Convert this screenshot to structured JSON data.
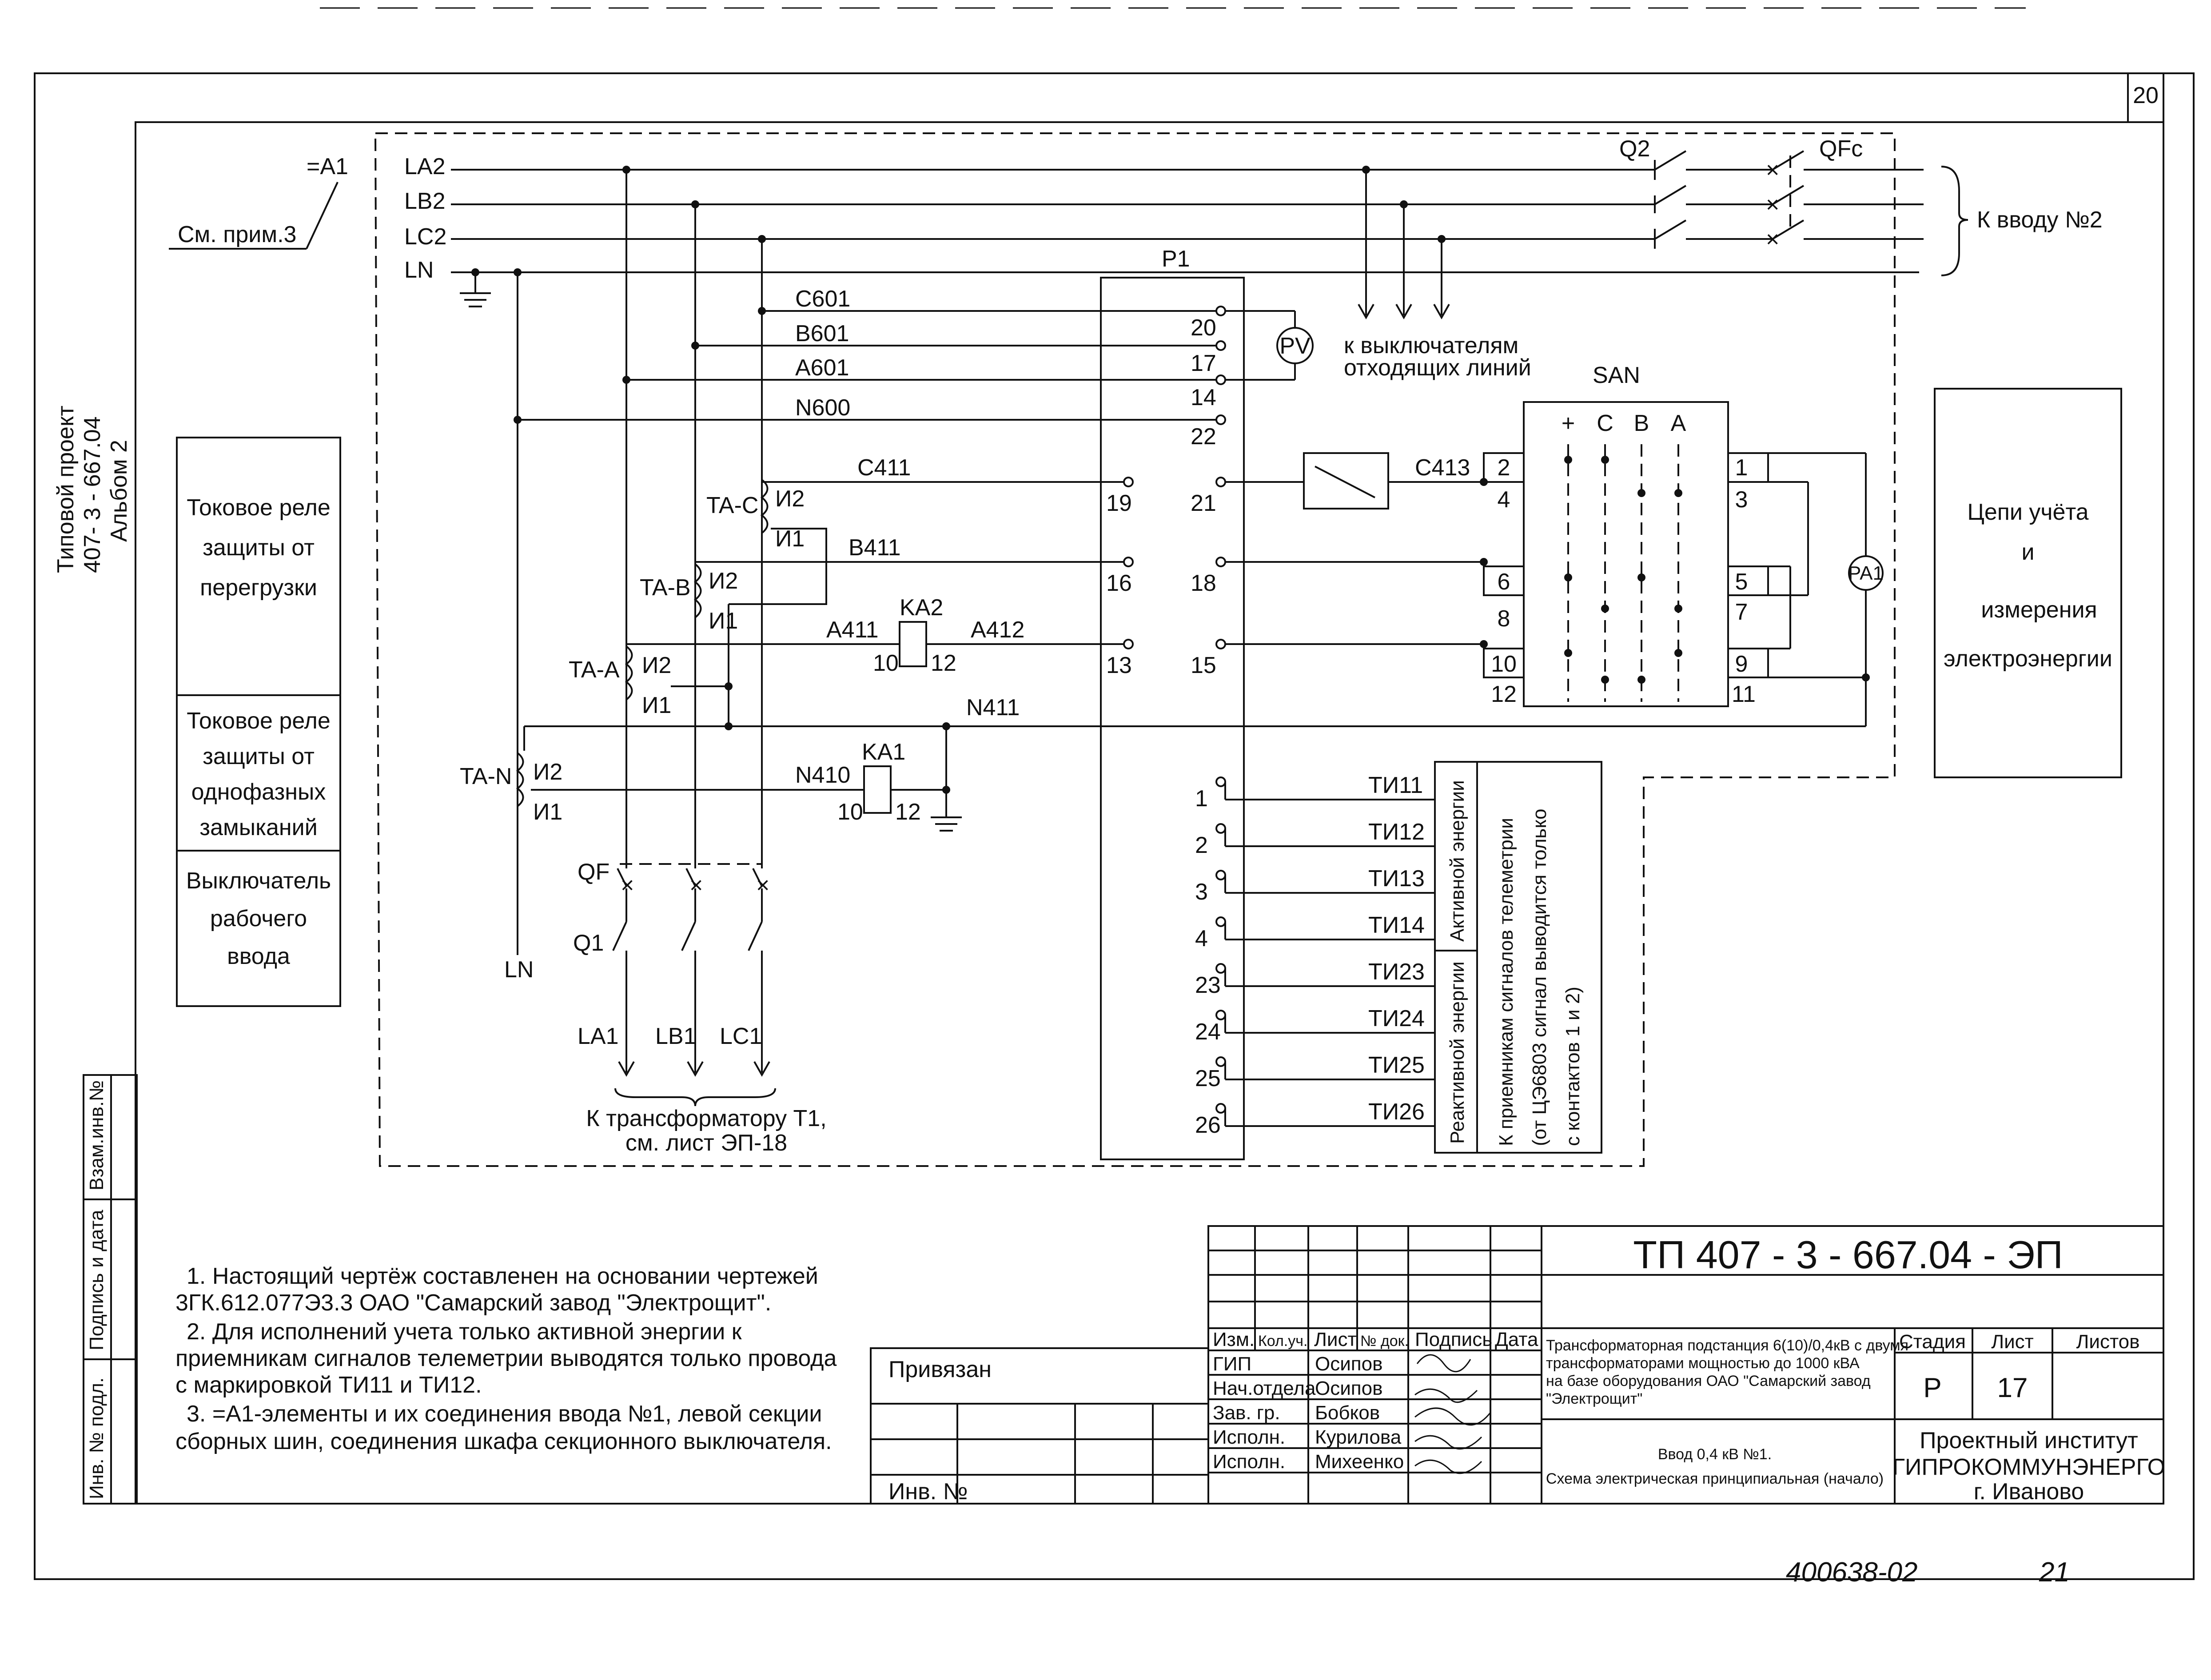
{
  "sheet": {
    "page_number": "20",
    "vertical_title": [
      "Типовой проект",
      "407- 3 - 667.04",
      "Альбом 2"
    ]
  },
  "bus": {
    "section_mark": "=A1",
    "note_ref": "См. прим.3",
    "lines": [
      "LA2",
      "LB2",
      "LC2",
      "LN"
    ],
    "switch_q2": "Q2",
    "switch_qfc": "QFc",
    "to_input2": "К вводу №2",
    "to_breakers": [
      "к выключателям",
      "отходящих линий"
    ]
  },
  "voltage": {
    "wires": [
      "C601",
      "B601",
      "A601",
      "N600"
    ],
    "p1": "P1",
    "terminals": [
      "20",
      "17",
      "14",
      "22"
    ],
    "pv": "PV"
  },
  "current": {
    "ta": [
      "TA-C",
      "TA-B",
      "TA-A",
      "TA-N"
    ],
    "i2": "И2",
    "i1": "И1",
    "wires": [
      "C411",
      "B411",
      "A411",
      "A412",
      "N411",
      "N410",
      "C413"
    ],
    "ka": [
      "KA2",
      "KA1"
    ],
    "ka_pins": [
      "10",
      "12"
    ],
    "p1_left": [
      "19",
      "16",
      "13"
    ],
    "p1_right": [
      "21",
      "18",
      "15"
    ]
  },
  "san": {
    "label": "SAN",
    "header": [
      "+",
      "C",
      "B",
      "A"
    ],
    "left_pins": [
      "2",
      "4",
      "6",
      "8",
      "10",
      "12"
    ],
    "right_pins": [
      "1",
      "3",
      "5",
      "7",
      "9",
      "11"
    ],
    "pa": "PA1"
  },
  "metering_box": [
    "Цепи учёта",
    "и",
    "измерения",
    "электроэнергии"
  ],
  "telemetry": {
    "p1_pins": [
      "1",
      "2",
      "3",
      "4",
      "23",
      "24",
      "25",
      "26"
    ],
    "wires": [
      "ТИ11",
      "ТИ12",
      "ТИ13",
      "ТИ14",
      "ТИ23",
      "ТИ24",
      "ТИ25",
      "ТИ26"
    ],
    "active": "Активной энергии",
    "reactive": "Реактивной энергии",
    "receivers": [
      "К приемникам сигналов телеметрии",
      "(от ЦЭ6803 сигнал выводится только",
      "с контактов 1 и 2)"
    ]
  },
  "lower": {
    "qf": "QF",
    "q1": "Q1",
    "ln": "LN",
    "outputs": [
      "LA1",
      "LB1",
      "LC1"
    ],
    "to_t1": [
      "К трансформатору  Т1,",
      "см. лист ЭП-18"
    ]
  },
  "legend_boxes": [
    [
      "Токовое реле",
      "защиты от",
      "перегрузки"
    ],
    [
      "Токовое реле",
      "защиты от",
      "однофазных",
      "замыканий"
    ],
    [
      "Выключатель",
      "рабочего",
      "ввода"
    ]
  ],
  "side_stamp": [
    "Взам.инв.№",
    "Подпись и дата",
    "Инв. № подл."
  ],
  "notes": [
    "1.  Настоящий чертёж составленен на основании  чертежей",
    "3ГК.612.077Э3.3 ОАО \"Самарский завод \"Электрощит\".",
    "2.  Для исполнений учета только активной энергии к",
    "приемникам сигналов телеметрии выводятся только провода",
    "с маркировкой ТИ11 и ТИ12.",
    "3.  =A1-элементы и их соединения ввода №1, левой секции",
    "сборных шин, соединения шкафа секционного выключателя."
  ],
  "title_block": {
    "privyazan": "Привязан",
    "inv": "Инв. №",
    "designation": "ТП  407 - 3 - 667.04 - ЭП",
    "col_heads": [
      "Изм.",
      "Кол.уч.",
      "Лист",
      "№ док.",
      "Подпись",
      "Дата"
    ],
    "roles": [
      "ГИП",
      "Нач.отдела",
      "Зав. гр.",
      "Исполн.",
      "Исполн."
    ],
    "names": [
      "Осипов",
      "Осипов",
      "Бобков",
      "Курилова",
      "Михеенко"
    ],
    "project": [
      "Трансформаторная подстанция  6(10)/0,4кВ с двумя",
      "трансформаторами мощностью до 1000 кВА",
      "на базе оборудования ОАО \"Самарский завод",
      "\"Электрощит\""
    ],
    "sheet_title": [
      "Ввод 0,4 кВ №1.",
      "Схема электрическая принципиальная (начало)"
    ],
    "stage_heads": [
      "Стадия",
      "Лист",
      "Листов"
    ],
    "stage": "Р",
    "sheet": "17",
    "org": [
      "Проектный институт",
      "ГИПРОКОММУНЭНЕРГО",
      "г. Иваново"
    ]
  },
  "footer": {
    "archive": "400638-02",
    "page": "21"
  }
}
